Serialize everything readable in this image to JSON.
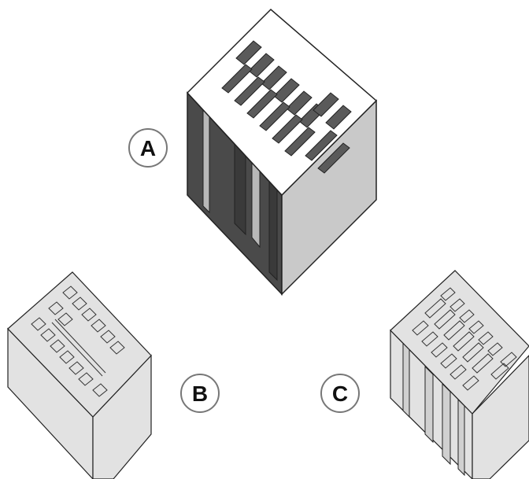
{
  "labels": {
    "a": "A",
    "b": "B",
    "c": "C"
  },
  "colors": {
    "background": "#ffffff",
    "block_a_top": "#ffffff",
    "block_a_left_dark": "#4a4a4a",
    "block_a_right": "#c9c9c9",
    "block_a_strip": "#b8b8b8",
    "block_light_fill": "#e2e2e2",
    "outline": "#222222",
    "label_circle_stroke": "#777777"
  }
}
